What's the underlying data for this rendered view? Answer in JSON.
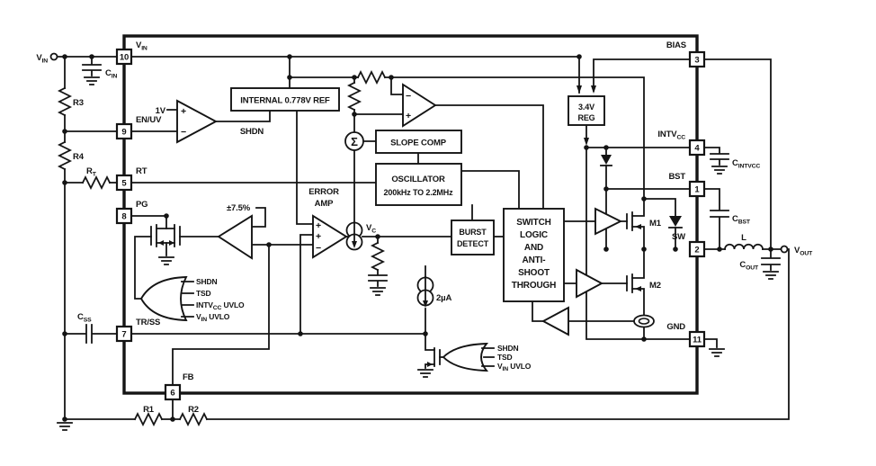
{
  "colors": {
    "wire": "#141414",
    "background": "#ffffff"
  },
  "pins": {
    "p10": "10",
    "p9": "9",
    "p5": "5",
    "p8": "8",
    "p7": "7",
    "p6": "6",
    "p3": "3",
    "p4": "4",
    "p1": "1",
    "p2": "2",
    "p11": "11"
  },
  "L": {
    "vin_pin": {
      "p": "V",
      "s": "IN"
    },
    "en": "EN/UV",
    "rt_pin": "RT",
    "pg": "PG",
    "trss": "TR/SS",
    "fb": "FB",
    "bias": "BIAS",
    "intvcc": {
      "p": "INTV",
      "s": "CC"
    },
    "bst": "BST",
    "sw": "SW",
    "gnd": "GND",
    "vin_t": {
      "p": "V",
      "s": "IN"
    },
    "vout": {
      "p": "V",
      "s": "OUT"
    },
    "r1": "R1",
    "r2": "R2",
    "r3": "R3",
    "r4": "R4",
    "rt": {
      "p": "R",
      "s": "T"
    },
    "cin": {
      "p": "C",
      "s": "IN"
    },
    "css": {
      "p": "C",
      "s": "SS"
    },
    "cout": {
      "p": "C",
      "s": "OUT"
    },
    "cbst": {
      "p": "C",
      "s": "BST"
    },
    "cintvcc": {
      "p": "C",
      "s": "INTVCC"
    },
    "one_v": "1V",
    "shdn": "SHDN",
    "sigma": "Σ",
    "pm": "±7.5%",
    "vc": {
      "p": "V",
      "s": "C"
    },
    "ua": "2µA",
    "m1": "M1",
    "m2": "M2",
    "ind": "L",
    "err1": "ERROR",
    "err2": "AMP",
    "ref": "INTERNAL 0.778V REF",
    "slope": "SLOPE COMP",
    "osc1": "OSCILLATOR",
    "osc2": "200kHz TO 2.2MHz",
    "burst1": "BURST",
    "burst2": "DETECT",
    "sl1": "SWITCH",
    "sl2": "LOGIC",
    "sl3": "AND",
    "sl4": "ANTI-",
    "sl5": "SHOOT",
    "sl6": "THROUGH",
    "reg1": "3.4V",
    "reg2": "REG",
    "or1a": "SHDN",
    "or1b": "TSD",
    "or1c": {
      "p": "INTV",
      "s": "CC",
      "t": " UVLO"
    },
    "or1d": {
      "p": "V",
      "s": "IN",
      "t": " UVLO"
    },
    "or2a": "SHDN",
    "or2b": "TSD",
    "or2c": {
      "p": "V",
      "s": "IN",
      "t": " UVLO"
    },
    "plus": "+",
    "minus": "−"
  }
}
